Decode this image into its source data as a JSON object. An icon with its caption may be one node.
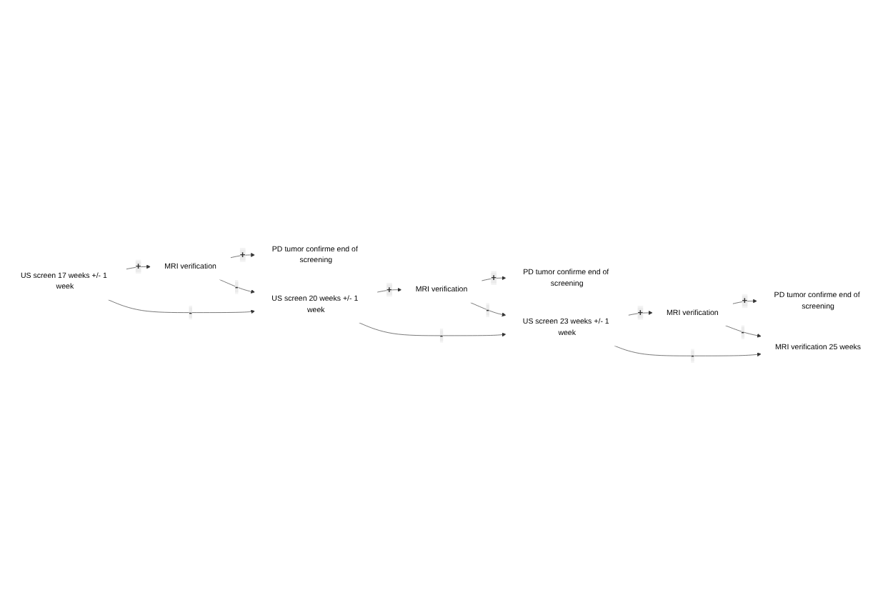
{
  "diagram": {
    "nodes": [
      {
        "text": [
          "US screen 17 weeks +/- 1 week"
        ]
      },
      {
        "text": [
          "MRI verification"
        ]
      },
      {
        "text": [
          "PD tumor confirme end of screening"
        ]
      },
      {
        "text": [
          "US screen 20 weeks +/- 1 week"
        ]
      },
      {
        "text": [
          "MRI verification"
        ]
      },
      {
        "text": [
          "PD tumor confirme end of screening"
        ]
      },
      {
        "text": [
          "US screen 23 weeks +/- 1 week"
        ]
      },
      {
        "text": [
          "MRI verification"
        ]
      },
      {
        "text": [
          "PD tumor confirme end of screening"
        ]
      },
      {
        "text": [
          "MRI verification 25 weeks"
        ]
      }
    ],
    "edges": [
      {
        "from": 0,
        "to": 1,
        "arrow": "to",
        "label": "+"
      },
      {
        "from": 1,
        "to": 2,
        "arrow": "to",
        "label": "+"
      },
      {
        "from": 0,
        "to": 3,
        "arrow": "to",
        "label": "-"
      },
      {
        "from": 1,
        "to": 3,
        "arrow": "to",
        "label": "-"
      },
      {
        "from": 3,
        "to": 4,
        "arrow": "to",
        "label": "+"
      },
      {
        "from": 4,
        "to": 5,
        "arrow": "to",
        "label": "+"
      },
      {
        "from": 3,
        "to": 6,
        "arrow": "to",
        "label": "-"
      },
      {
        "from": 4,
        "to": 6,
        "arrow": "to",
        "label": "-"
      },
      {
        "from": 6,
        "to": 7,
        "arrow": "to",
        "label": "+"
      },
      {
        "from": 7,
        "to": 8,
        "arrow": "to",
        "label": "+"
      },
      {
        "from": 6,
        "to": 9,
        "arrow": "to",
        "label": "-"
      },
      {
        "from": 7,
        "to": 9,
        "arrow": "to",
        "label": "-"
      }
    ]
  }
}
